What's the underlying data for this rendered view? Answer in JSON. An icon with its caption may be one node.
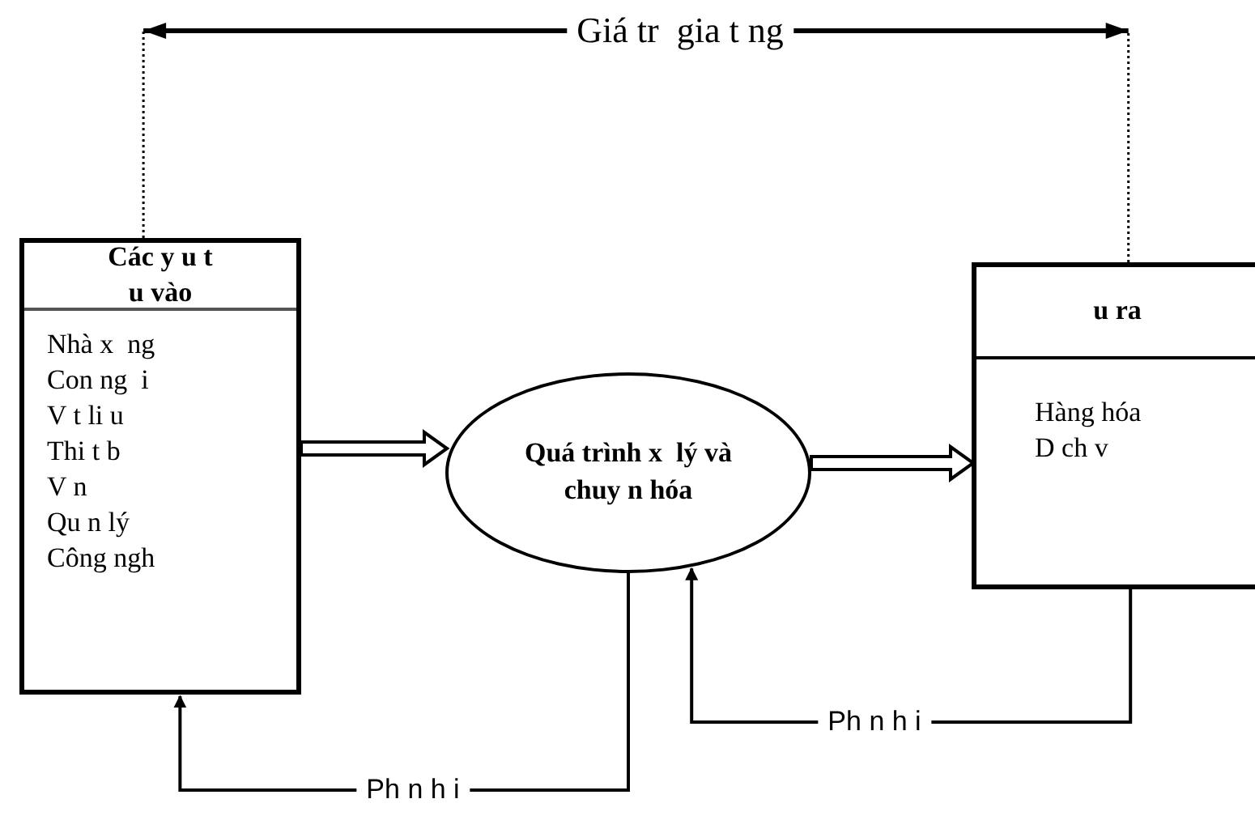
{
  "diagram": {
    "nodes": [
      {
        "text": [
          "Các y u t  u vào",
          "Nhà x  ng",
          "Con ng  i",
          "V t li u",
          "Thi t b",
          "V n",
          "Qu n lý",
          "Công ngh"
        ]
      },
      {
        "text": [
          "Quá trình x  lý và chuy n hóa"
        ]
      },
      {
        "text": [
          "u ra",
          "Hàng hóa D ch v"
        ]
      }
    ],
    "edges": [
      {
        "from": 0,
        "to": 1,
        "arrow": "to"
      },
      {
        "from": 1,
        "to": 2,
        "arrow": "to"
      },
      {
        "from": 1,
        "to": 0,
        "arrow": "to",
        "label": "Ph n h i"
      },
      {
        "from": 2,
        "to": 1,
        "arrow": "to",
        "label": "Ph n h i"
      }
    ],
    "labels": [
      "Giá tr  gia t ng"
    ]
  }
}
